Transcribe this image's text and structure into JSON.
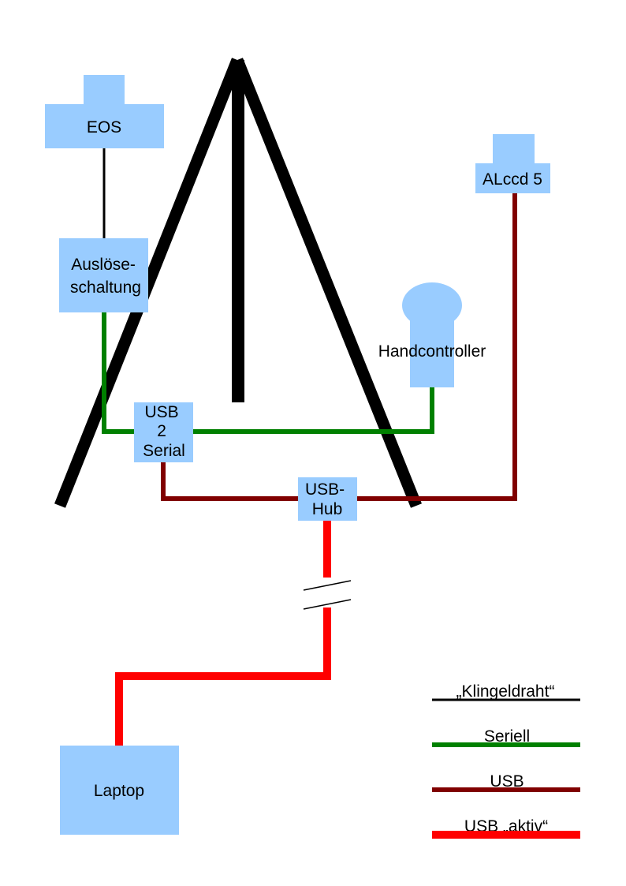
{
  "colors": {
    "box": "#99ccff",
    "tripod": "#000000",
    "klingeldraht": "#000000",
    "seriell": "#008000",
    "usb": "#800000",
    "usb_aktiv": "#ff0000"
  },
  "nodes": {
    "eos": "EOS",
    "alccd": "ALccd 5",
    "ausloese": [
      "Auslöse-",
      "schaltung"
    ],
    "handcontroller": "Handcontroller",
    "usb2serial": [
      "USB",
      "2",
      "Serial"
    ],
    "usbhub": [
      "USB-",
      "Hub"
    ],
    "laptop": "Laptop"
  },
  "legend": {
    "klingeldraht": "„Klingeldraht“",
    "seriell": "Seriell",
    "usb": "USB",
    "usb_aktiv": "USB „aktiv“"
  }
}
